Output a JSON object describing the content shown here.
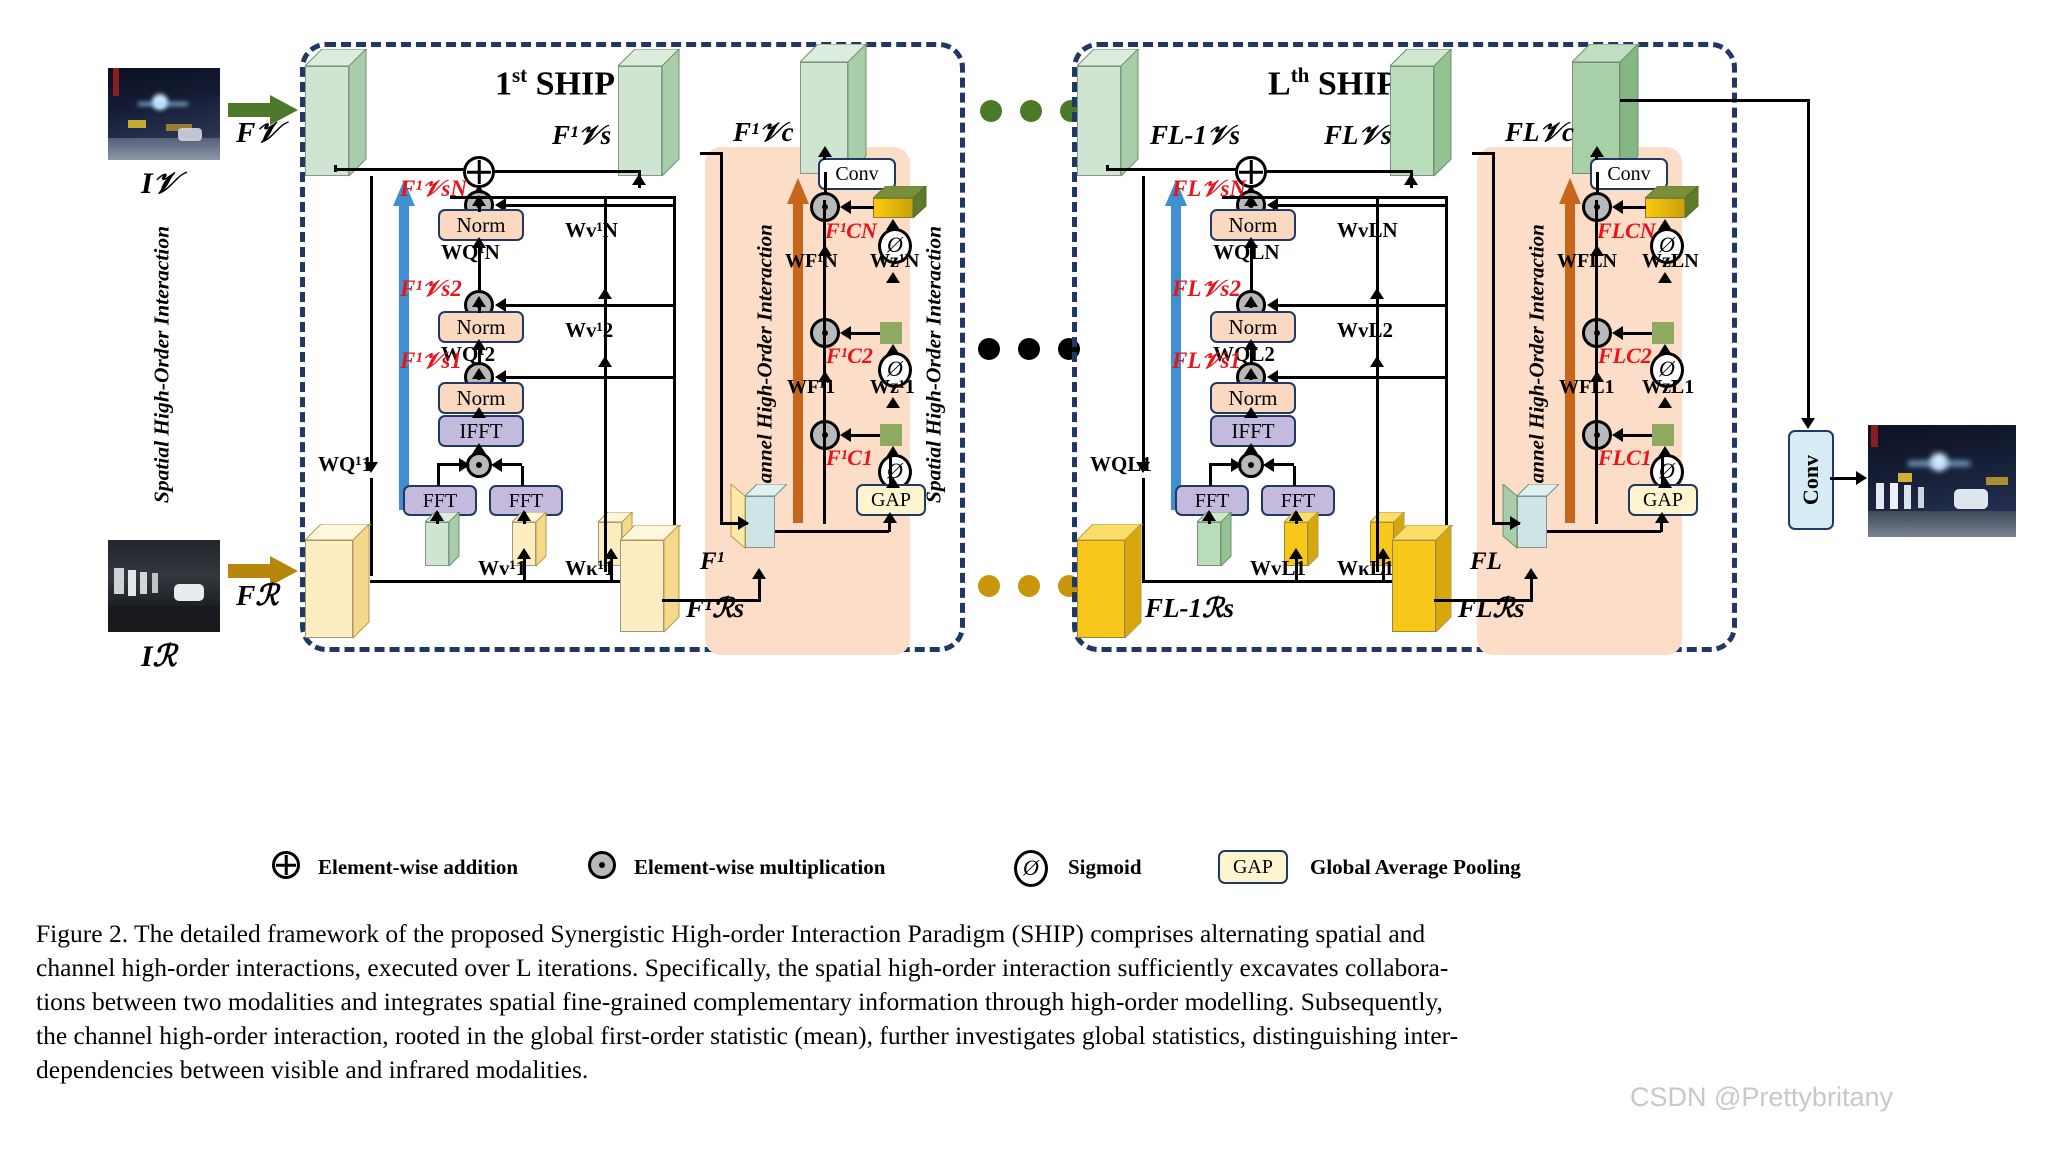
{
  "figure": {
    "title_left": "1st SHIP",
    "title_left_base": "1",
    "title_left_sup": "st",
    "title_left_rest": " SHIP",
    "title_right_base": "L",
    "title_right_sup": "th",
    "title_right_rest": " SHIP",
    "spatial_axis_label": "Spatial High-Order Interaction",
    "channel_axis_label": "Channel High-Order Interaction"
  },
  "inputs": {
    "visible_image_label": "I𝒱",
    "infrared_image_label": "Iℛ",
    "visible_feature_label": "F𝒱",
    "infrared_feature_label": "Fℛ"
  },
  "block1": {
    "name": "1st SHIP",
    "out_spatial_label": "F¹𝒱s",
    "out_channel_label": "F¹𝒱c",
    "red_labels": [
      "F¹𝒱sN",
      "F¹𝒱s2",
      "F¹𝒱s1"
    ],
    "red_channel_labels": [
      "F¹CN",
      "F¹C2",
      "F¹C1"
    ],
    "weights_q": [
      "WQ¹N",
      "WQ¹2",
      "WQ¹1"
    ],
    "weights_v": [
      "Wv¹N",
      "Wv¹2",
      "Wv¹1"
    ],
    "weight_k": "Wκ¹1",
    "weights_f": [
      "WF¹N",
      "WF¹1"
    ],
    "weights_z": [
      "Wz¹N",
      "Wz¹1"
    ],
    "fused_feature_label": "F¹",
    "ir_spatial_out_label": "F¹ℛs",
    "boxes": {
      "norm": "Norm",
      "ifft": "IFFT",
      "fft_left": "FFT",
      "fft_right": "FFT",
      "conv": "Conv",
      "gap": "GAP"
    }
  },
  "blockL": {
    "name": "Lth SHIP",
    "in_spatial_label": "FL-1𝒱s",
    "out_spatial_label": "FL𝒱s",
    "out_channel_label": "FL𝒱c",
    "red_labels": [
      "FL𝒱sN",
      "FL𝒱s2",
      "FL𝒱s1"
    ],
    "red_channel_labels": [
      "FLCN",
      "FLC2",
      "FLC1"
    ],
    "weights_q": [
      "WQLN",
      "WQL2",
      "WQL1"
    ],
    "weights_v": [
      "WvLN",
      "WvL2",
      "WvL1"
    ],
    "weight_k": "WκL1",
    "weights_f": [
      "WFLN",
      "WFL1"
    ],
    "weights_z": [
      "WzLN",
      "WzL1"
    ],
    "fused_feature_label": "FL",
    "ir_in_label": "FL-1ℛs",
    "ir_spatial_out_label": "FLℛs",
    "boxes": {
      "norm": "Norm",
      "ifft": "IFFT",
      "fft_left": "FFT",
      "fft_right": "FFT",
      "conv": "Conv",
      "gap": "GAP"
    }
  },
  "output": {
    "conv_label": "Conv"
  },
  "legend": [
    {
      "icon": "circled-plus-icon",
      "label": "Element-wise addition"
    },
    {
      "icon": "circled-dot-icon",
      "label": "Element-wise multiplication"
    },
    {
      "icon": "sigmoid-icon",
      "label": "Sigmoid"
    },
    {
      "icon": "gap-box-icon",
      "label": "Global Average Pooling"
    }
  ],
  "legend_gap_box": "GAP",
  "caption": {
    "line1": "Figure 2.  The detailed framework of the proposed Synergistic High-order Interaction Paradigm (SHIP) comprises alternating spatial and",
    "line2": "channel high-order interactions, executed over L iterations. Specifically, the spatial high-order interaction sufficiently excavates collabora-",
    "line3": "tions between two modalities and integrates spatial fine-grained complementary information through high-order modelling. Subsequently,",
    "line4": "the channel high-order interaction, rooted in the global first-order statistic (mean), further investigates global statistics, distinguishing inter-",
    "line5": "dependencies between visible and infrared modalities."
  },
  "watermark": "CSDN @Prettybritany",
  "colors": {
    "dashed_border": "#1f3864",
    "green_slab": "#cfe5d1",
    "green_slab_dark": "#a8cdaa",
    "yellow_slab": "#fdeec2",
    "yellow_slab_dark": "#f4d98b",
    "gold_slab": "#fdc80c",
    "norm_box": "#fbd9c0",
    "fft_box": "#c3bade",
    "gap_box": "#fdf5cf",
    "conv_out_box": "#d7ebf5",
    "channel_panel": "#fbddc8",
    "spatial_arrow": "#3f8fd2",
    "channel_arrow": "#c8651c",
    "red_label": "#e8141b",
    "green_arrow": "#4d7a2a",
    "gold_arrow": "#b8860b"
  }
}
